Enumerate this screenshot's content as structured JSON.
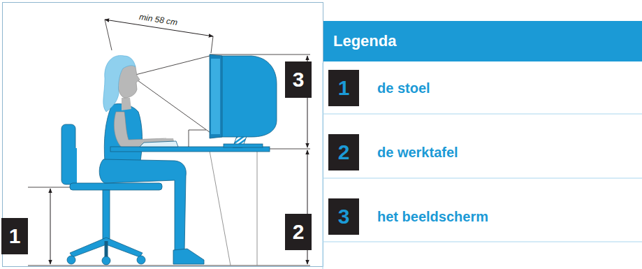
{
  "diagram": {
    "nodes": [
      {
        "text": [
          "3"
        ]
      },
      {
        "text": [
          "1"
        ]
      },
      {
        "text": [
          "2"
        ]
      },
      {
        "text": [
          "Legenda"
        ]
      },
      {
        "text": [
          "1"
        ]
      },
      {
        "text": [
          "2"
        ]
      },
      {
        "text": [
          "3"
        ]
      }
    ],
    "labels": [
      "min 58 cm"
    ],
    "legend": [
      {
        "text": "de stoel"
      },
      {
        "text": "de werktafel"
      },
      {
        "text": "het beeldscherm"
      }
    ]
  }
}
